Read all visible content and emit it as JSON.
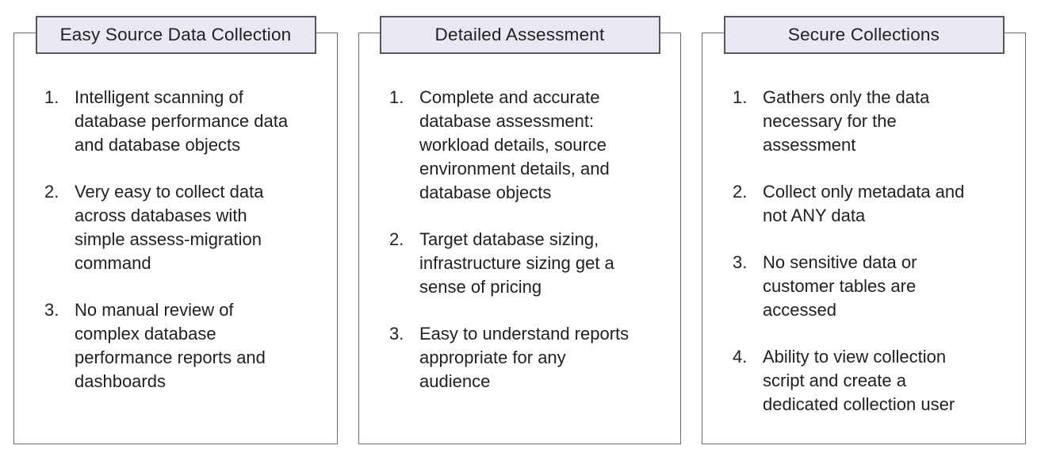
{
  "panels": [
    {
      "title": "Easy Source Data Collection",
      "items": [
        {
          "num": "1.",
          "text": "Intelligent scanning of\ndatabase performance data\nand database objects"
        },
        {
          "num": "2.",
          "text": "Very easy to collect data\nacross databases with\nsimple assess-migration\ncommand"
        },
        {
          "num": "3.",
          "text": "No manual review of\ncomplex database\nperformance reports and\ndashboards"
        }
      ]
    },
    {
      "title": "Detailed Assessment",
      "items": [
        {
          "num": "1.",
          "text": "Complete and accurate\ndatabase assessment:\nworkload details, source\nenvironment details, and\ndatabase objects"
        },
        {
          "num": "2.",
          "text": "Target database sizing,\ninfrastructure sizing get a\nsense of pricing"
        },
        {
          "num": "3.",
          "text": "Easy to understand reports\nappropriate for any\naudience"
        }
      ]
    },
    {
      "title": "Secure Collections",
      "items": [
        {
          "num": "1.",
          "text": "Gathers only the data\nnecessary for the\nassessment"
        },
        {
          "num": "2.",
          "text": "Collect only metadata and\nnot ANY data"
        },
        {
          "num": "3.",
          "text": "No sensitive data or\ncustomer tables are\naccessed"
        },
        {
          "num": "4.",
          "text": "Ability to view collection\nscript and create a\ndedicated collection user"
        }
      ]
    }
  ],
  "colors": {
    "header_fill": "#e9e9f4",
    "header_border": "#58585b",
    "panel_border": "#6e6e72",
    "text": "#212121"
  }
}
